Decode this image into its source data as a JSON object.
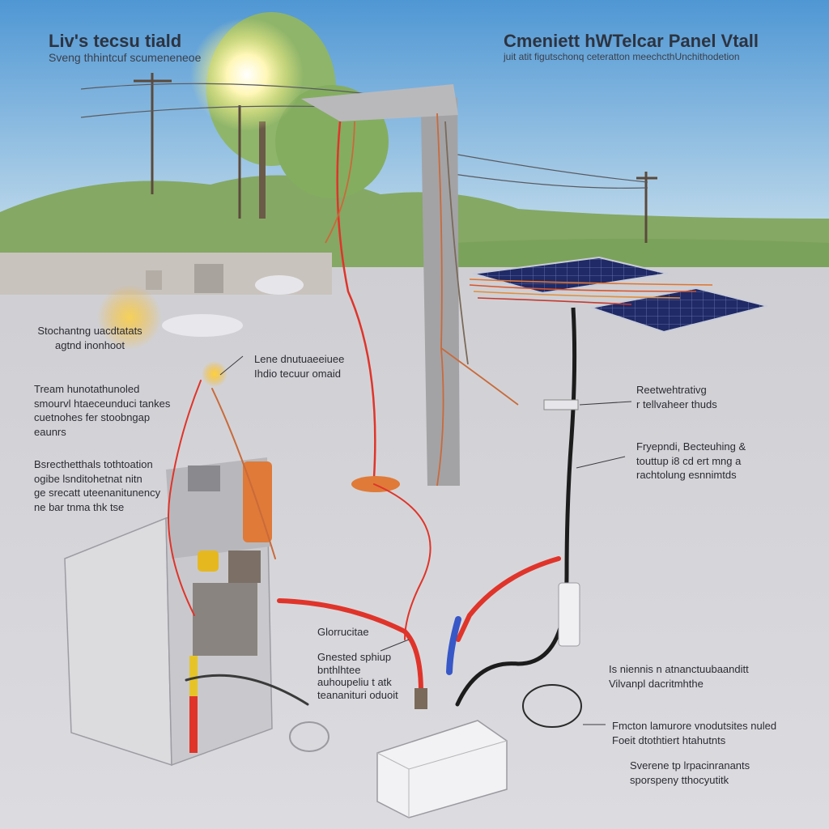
{
  "titles": {
    "left_title": "Liv's tecsu  tiald",
    "left_subtitle": "Sveng thhintcuf scumeneneoe",
    "right_title": "Cmeniett hWTelcar Panel Vtall",
    "right_subtitle": "juit atit figutschonq ceteratton meechcthUnchithodetion"
  },
  "callouts": {
    "left_1": "Stochantng uacdtatats\nagtnd inonhoot",
    "left_2": "Tream hunotathunoled\nsmourvl htaeceunduci tankes\ncuetnohes fer stoobngap\neaunrs",
    "left_3": "Bsrecthetthals tothtoation\nogibe lsnditohetnat nitn\nge srecatt uteenanitunency\nne bar tnma thk tse",
    "center_1": "Lene dnutuaeeiuee\nIhdio tecuur omaid",
    "center_2": "Glorrucitae\n\nGnested sphiup\nbnthlhtee\nauhoupeliu t atk\nteananituri oduoit",
    "right_1": "Reetwehtrativg\nr tellvaheer thuds",
    "right_2": "Fryepndi, Becteuhing  &\ntouttup i8 cd ert mng a\nrachtolung esnnimtds",
    "right_3": "Is niennis  n atnanctuubaanditt\nVilvanpl dacritmhthe",
    "right_4": "Fmcton lamurore vnodutsites nuled\nFoeit  dtothtiert htahutnts",
    "right_5": "Sverene tp lrpacinranants\nsporspeny tthocyutitk"
  },
  "colors": {
    "sky_top": "#5aa0d8",
    "sky_bottom": "#cfe0ea",
    "grass": "#7aa058",
    "ground": "#d4d4d8",
    "wire_red": "#e0342a",
    "wire_black": "#1c1c1c",
    "panel": "#1f2a66",
    "pole": "#9a9a9a",
    "box": "#d6d6d6",
    "accent_orange": "#e8703a"
  }
}
